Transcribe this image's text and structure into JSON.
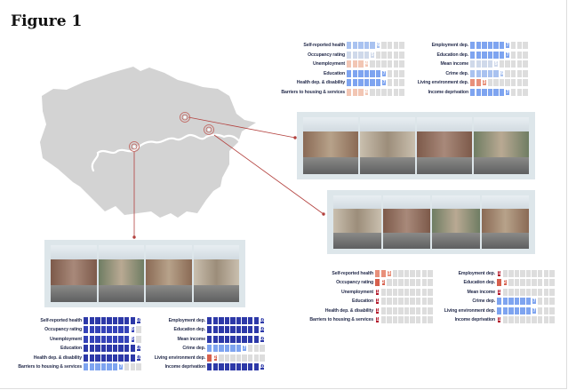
{
  "figure_title": "Figure 1",
  "colors": {
    "decile": {
      "1": "#b2182b",
      "2": "#d6604d",
      "3": "#e8907a",
      "4": "#f2c6b4",
      "5": "#cfd9ea",
      "6": "#a9c2f0",
      "7": "#7ea4f0",
      "8": "#5a7fe0",
      "9": "#3543b8",
      "10": "#2d39a8"
    },
    "empty": "#dcdcdc",
    "map": "#d3d3d3",
    "marker": "#b3413e"
  },
  "panels": [
    {
      "id": "east",
      "left": [
        {
          "label": "Self-reported health",
          "value": 6
        },
        {
          "label": "Occupancy rating",
          "value": 5
        },
        {
          "label": "Unemployment",
          "value": 4
        },
        {
          "label": "Education",
          "value": 7
        },
        {
          "label": "Health dep. & disability",
          "value": 7
        },
        {
          "label": "Barriers to housing & services",
          "value": 4
        }
      ],
      "right": [
        {
          "label": "Employment dep.",
          "value": 7
        },
        {
          "label": "Education dep.",
          "value": 7
        },
        {
          "label": "Mean income",
          "value": 5
        },
        {
          "label": "Crime dep.",
          "value": 6
        },
        {
          "label": "Living environment dep.",
          "value": 3
        },
        {
          "label": "Income deprivation",
          "value": 7
        }
      ]
    },
    {
      "id": "southeast",
      "left": [
        {
          "label": "Self-reported health",
          "value": 3
        },
        {
          "label": "Occupancy rating",
          "value": 2
        },
        {
          "label": "Unemployment",
          "value": 1
        },
        {
          "label": "Education",
          "value": 1
        },
        {
          "label": "Health dep. & disability",
          "value": 1
        },
        {
          "label": "Barriers to housing & services",
          "value": 1
        }
      ],
      "right": [
        {
          "label": "Employment dep.",
          "value": 1
        },
        {
          "label": "Education dep.",
          "value": 2
        },
        {
          "label": "Mean income",
          "value": 1
        },
        {
          "label": "Crime dep.",
          "value": 7
        },
        {
          "label": "Living environment dep.",
          "value": 7
        },
        {
          "label": "Income deprivation",
          "value": 1
        }
      ]
    },
    {
      "id": "west",
      "left": [
        {
          "label": "Self-reported health",
          "value": 10
        },
        {
          "label": "Occupancy rating",
          "value": 9
        },
        {
          "label": "Unemployment",
          "value": 9
        },
        {
          "label": "Education",
          "value": 10
        },
        {
          "label": "Health dep. & disability",
          "value": 10
        },
        {
          "label": "Barriers to housing & services",
          "value": 7
        }
      ],
      "right": [
        {
          "label": "Employment dep.",
          "value": 10
        },
        {
          "label": "Education dep.",
          "value": 10
        },
        {
          "label": "Mean income",
          "value": 10
        },
        {
          "label": "Crime dep.",
          "value": 7
        },
        {
          "label": "Living environment dep.",
          "value": 2
        },
        {
          "label": "Income deprivation",
          "value": 10
        }
      ]
    }
  ]
}
